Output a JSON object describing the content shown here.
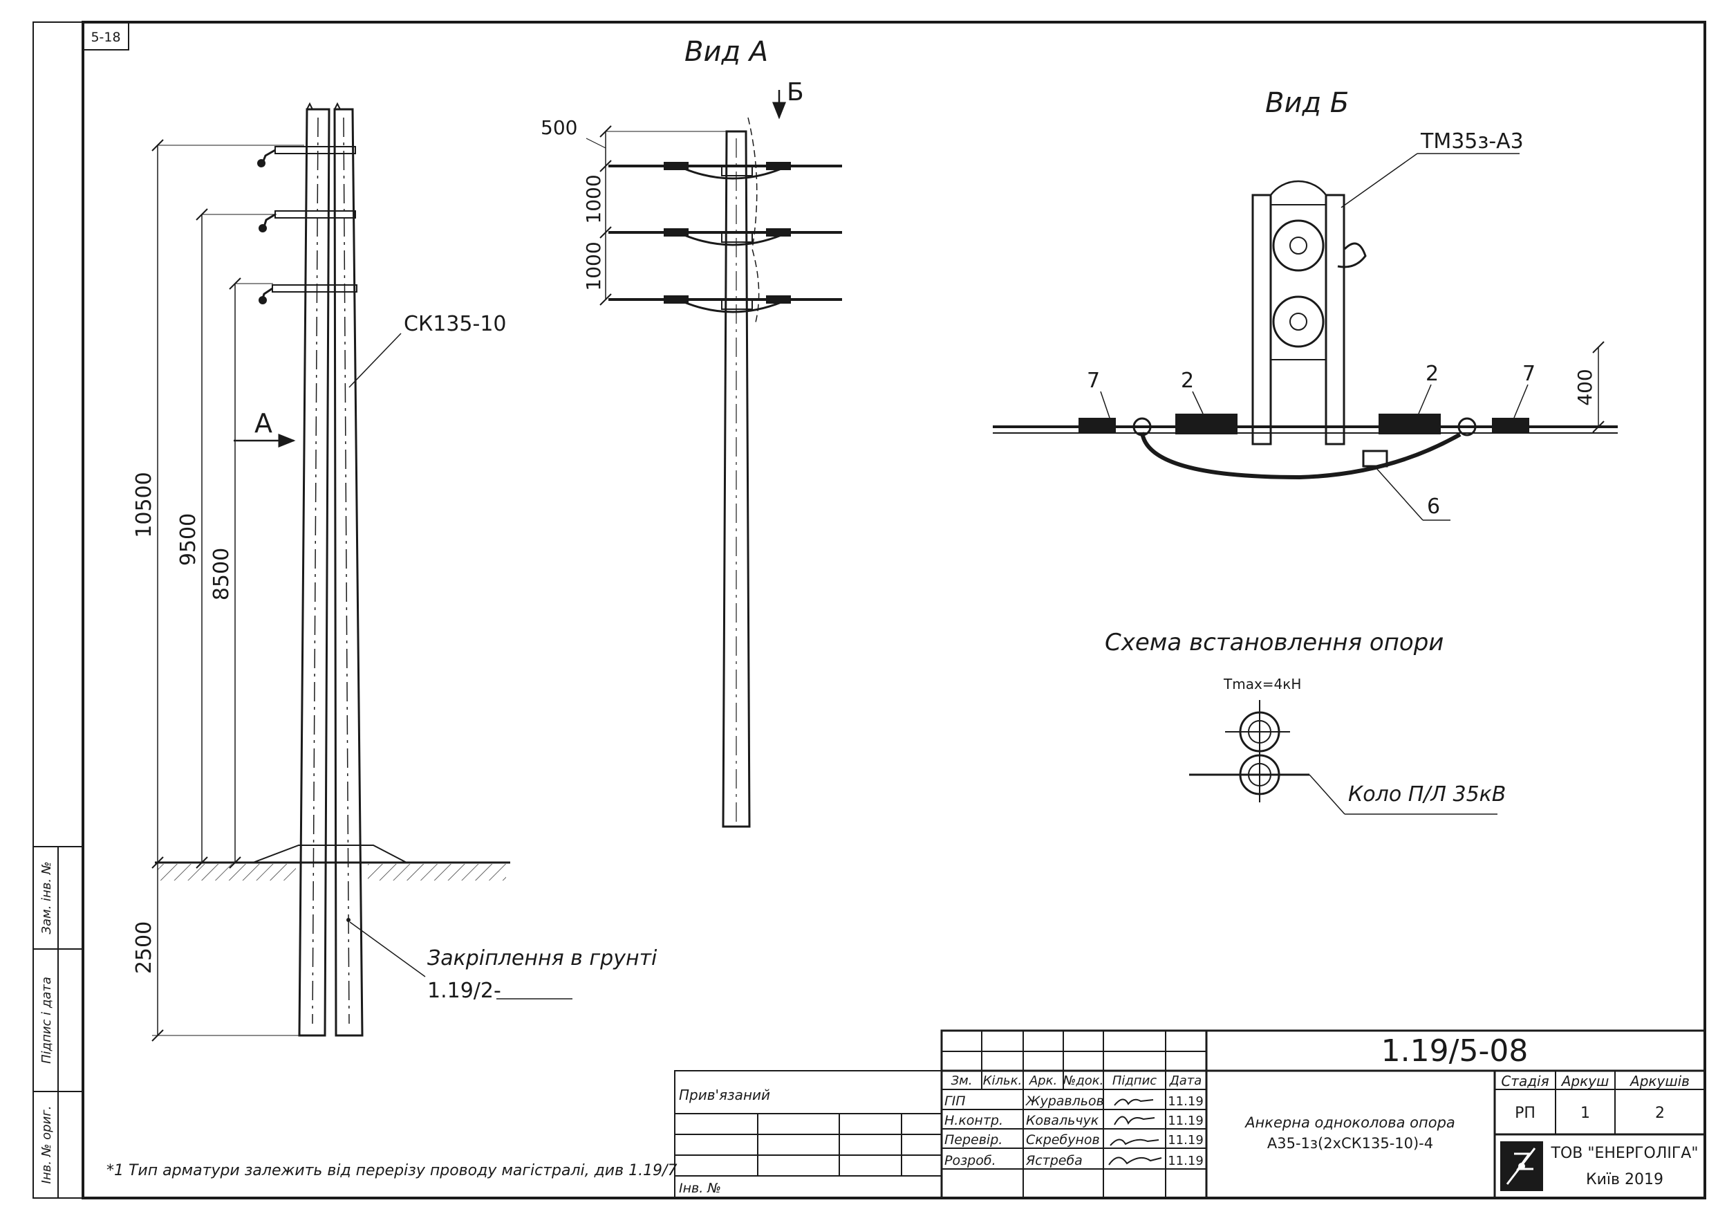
{
  "sheet_code": "5-18",
  "left_view": {
    "pole_label": "СК135-10",
    "arrow_label": "А",
    "dims": [
      "10500",
      "9500",
      "8500",
      "2500"
    ],
    "ground_note": "Закріплення в грунті",
    "ground_ref": "1.19/2-"
  },
  "view_a": {
    "title": "Вид А",
    "arrow_label": "Б",
    "dims": [
      "500",
      "1000",
      "1000"
    ]
  },
  "view_b": {
    "title": "Вид Б",
    "part_label": "ТМ35з-А3",
    "callouts": [
      "7",
      "2",
      "2",
      "7",
      "6"
    ],
    "dim": "400"
  },
  "scheme": {
    "title": "Схема встановлення опори",
    "tension": "Tmax=4кН",
    "circuit": "Коло П/Л 35кВ"
  },
  "footnote": "*1 Тип арматури залежить від перерізу проводу магістралі, див 1.19/7",
  "side_strip": [
    "Зам. інв. №",
    "Підпис і дата",
    "Інв. № ориг."
  ],
  "title_block": {
    "doc_number": "1.19/5-08",
    "privyazaniy": "Прив'язаний",
    "inv_no": "Інв. №",
    "headers": [
      "Зм.",
      "Кільк.",
      "Арк.",
      "№док.",
      "Підпис",
      "Дата"
    ],
    "rows": [
      {
        "role": "ГІП",
        "name": "Журавльов",
        "date": "11.19"
      },
      {
        "role": "Н.контр.",
        "name": "Ковальчук",
        "date": "11.19"
      },
      {
        "role": "Перевір.",
        "name": "Скребунов",
        "date": "11.19"
      },
      {
        "role": "Розроб.",
        "name": "Ястреба",
        "date": "11.19"
      }
    ],
    "description_1": "Анкерна одноколова опора",
    "description_2": "А35-1з(2хСК135-10)-4",
    "stage_header": "Стадія",
    "sheet_header": "Аркуш",
    "sheets_header": "Аркушів",
    "stage": "РП",
    "sheet": "1",
    "sheets": "2",
    "company": "ТОВ \"ЕНЕРГОЛІГА\"",
    "city_year": "Київ 2019"
  }
}
